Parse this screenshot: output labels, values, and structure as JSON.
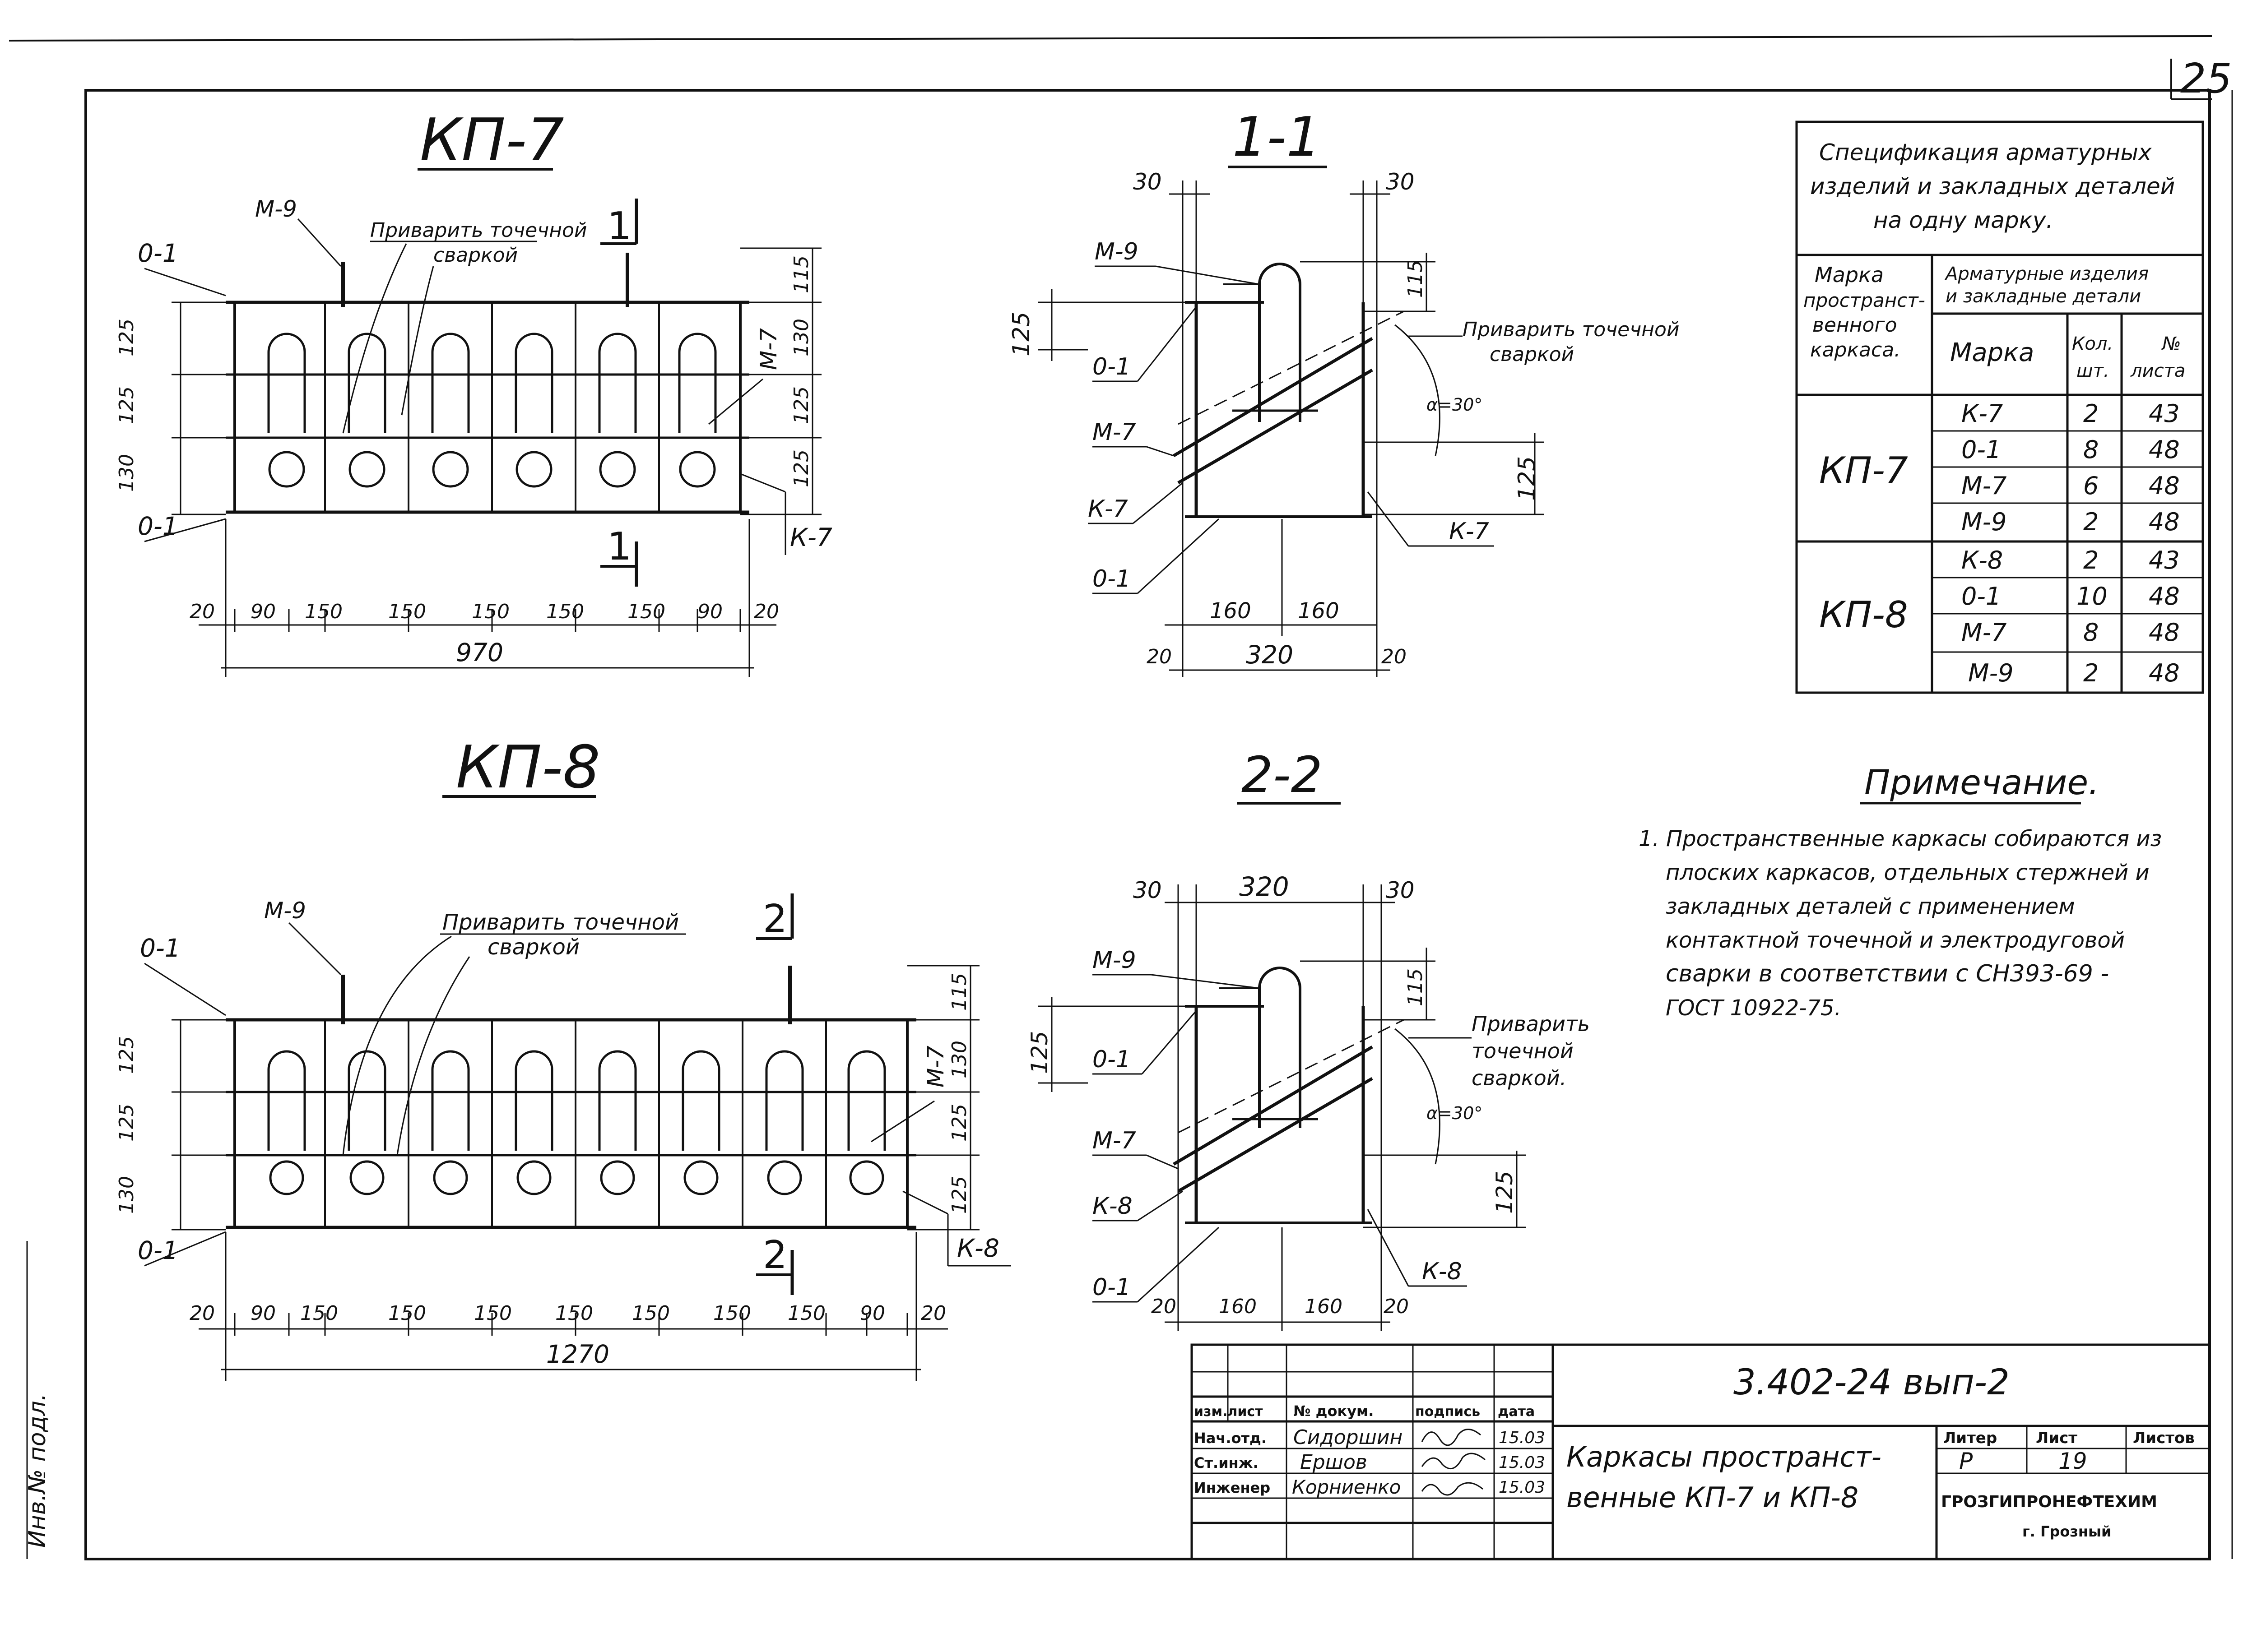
{
  "sheet_number": "25",
  "inventory_label": "Инв.№ подл.",
  "drawing_kp7": {
    "title": "КП-7",
    "label_m9": "М-9",
    "label_o1_top": "0-1",
    "label_o1_bottom": "0-1",
    "label_m7": "М-7",
    "label_k7": "К-7",
    "weld_note_line1": "Приварить точечной",
    "weld_note_line2": "сваркой",
    "section_mark": "1",
    "left_dims": [
      "125",
      "125",
      "130"
    ],
    "right_dims": [
      "115",
      "130",
      "125",
      "125"
    ],
    "bottom_dims": [
      "20",
      "90",
      "150",
      "150",
      "150",
      "150",
      "150",
      "90",
      "20"
    ],
    "total": "970"
  },
  "drawing_kp8": {
    "title": "КП-8",
    "label_m9": "М-9",
    "label_o1_top": "0-1",
    "label_o1_bottom": "0-1",
    "label_m7": "М-7",
    "label_k8": "К-8",
    "weld_note_line1": "Приварить точечной",
    "weld_note_line2": "сваркой",
    "section_mark": "2",
    "left_dims": [
      "125",
      "125",
      "130"
    ],
    "right_dims": [
      "115",
      "130",
      "125",
      "125"
    ],
    "bottom_dims": [
      "20",
      "90",
      "150",
      "150",
      "150",
      "150",
      "150",
      "150",
      "150",
      "90",
      "20"
    ],
    "total": "1270"
  },
  "section_1_1": {
    "title": "1-1",
    "dim_top_left": "30",
    "dim_top_right": "30",
    "dim_115": "115",
    "dim_125_left": "125",
    "dim_125_right": "125",
    "label_m9": "М-9",
    "label_o1_top": "0-1",
    "label_m7": "М-7",
    "label_k7_left": "К-7",
    "label_k7_right": "К-7",
    "label_o1_bottom": "0-1",
    "weld_line1": "Приварить точечной",
    "weld_line2": "сваркой",
    "angle": "α=30°",
    "dim_160a": "160",
    "dim_160b": "160",
    "dim_20a": "20",
    "dim_20b": "20",
    "dim_320": "320"
  },
  "section_2_2": {
    "title": "2-2",
    "dim_top_left": "30",
    "dim_top_mid": "320",
    "dim_top_right": "30",
    "dim_115": "115",
    "dim_125_left": "125",
    "dim_125_right": "125",
    "label_m9": "М-9",
    "label_o1_top": "0-1",
    "label_m7": "М-7",
    "label_k8_left": "К-8",
    "label_k8_right": "К-8",
    "label_o1_bottom": "0-1",
    "weld_line1": "Приварить",
    "weld_line2": "точечной",
    "weld_line3": "сваркой.",
    "angle": "α=30°",
    "dim_20a": "20",
    "dim_160a": "160",
    "dim_160b": "160",
    "dim_20b": "20"
  },
  "spec_table": {
    "title_line1": "Спецификация арматурных",
    "title_line2": "изделий и закладных деталей",
    "title_line3": "на одну марку.",
    "col_mark_line1": "Марка",
    "col_mark_line2": "пространст-",
    "col_mark_line3": "венного",
    "col_mark_line4": "каркаса.",
    "col_group_line1": "Арматурные изделия",
    "col_group_line2": "и закладные детали",
    "col_brand": "Марка",
    "col_qty_line1": "Кол.",
    "col_qty_line2": "шт.",
    "col_sheet_line1": "№",
    "col_sheet_line2": "листа",
    "groups": [
      {
        "mark": "КП-7",
        "rows": [
          {
            "brand": "К-7",
            "qty": "2",
            "sheet": "43"
          },
          {
            "brand": "0-1",
            "qty": "8",
            "sheet": "48"
          },
          {
            "brand": "М-7",
            "qty": "6",
            "sheet": "48"
          },
          {
            "brand": "М-9",
            "qty": "2",
            "sheet": "48"
          }
        ]
      },
      {
        "mark": "КП-8",
        "rows": [
          {
            "brand": "К-8",
            "qty": "2",
            "sheet": "43"
          },
          {
            "brand": "0-1",
            "qty": "10",
            "sheet": "48"
          },
          {
            "brand": "М-7",
            "qty": "8",
            "sheet": "48"
          },
          {
            "brand": "М-9",
            "qty": "2",
            "sheet": "48"
          }
        ]
      }
    ]
  },
  "note": {
    "title": "Примечание.",
    "lines": [
      "1. Пространственные каркасы собираются из",
      "плоских каркасов, отдельных стержней и",
      "закладных деталей с применением",
      "контактной точечной и электродуговой",
      "сварки в соответствии с СН393-69 -",
      "ГОСТ 10922-75."
    ]
  },
  "title_block": {
    "code": "3.402-24 вып-2",
    "hdr_izm_list": "изм.лист",
    "hdr_doc": "№ докум.",
    "hdr_sign": "подпись",
    "hdr_date": "дата",
    "rows": [
      {
        "role": "Нач.отд.",
        "name": "Сидоршин",
        "date": "15.03"
      },
      {
        "role": "Ст.инж.",
        "name": "Ершов",
        "date": "15.03"
      },
      {
        "role": "Инженер",
        "name": "Корниенко",
        "date": "15.03"
      }
    ],
    "title_line1": "Каркасы пространст-",
    "title_line2": "венные КП-7 и КП-8",
    "hdr_litera": "Литер",
    "hdr_list": "Лист",
    "hdr_listov": "Листов",
    "litera": "Р",
    "list": "19",
    "org": "ГРОЗГИПРОНЕФТЕХИМ",
    "city": "г. Грозный"
  }
}
